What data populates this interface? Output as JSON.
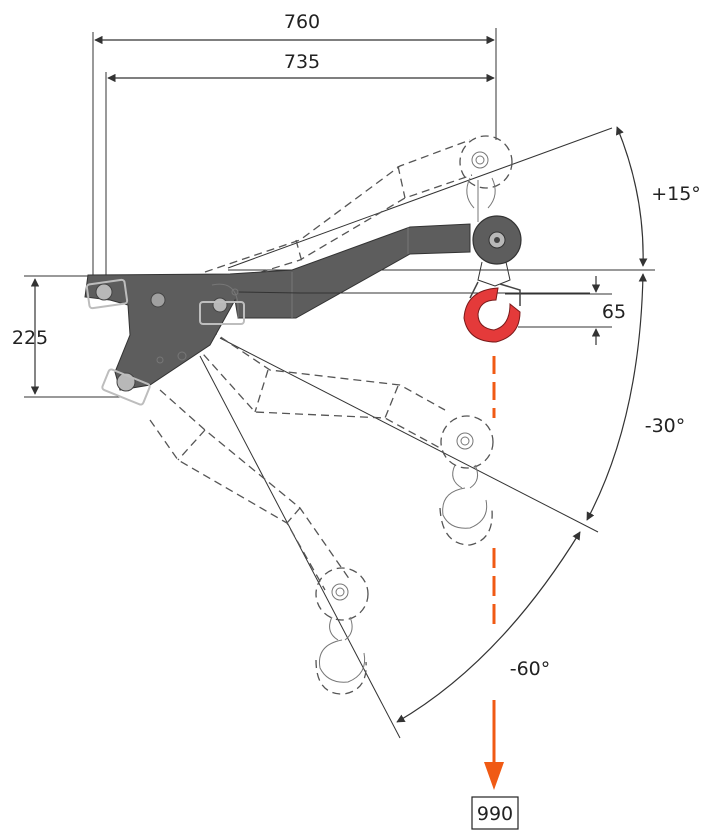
{
  "dimensions": {
    "width_outer": "760",
    "width_inner": "735",
    "height_left": "225",
    "hook_offset": "65",
    "drop_height": "990"
  },
  "angles": {
    "up": "+15°",
    "down_mid": "-30°",
    "down_max": "-60°"
  },
  "colors": {
    "arm": "#5d5d5d",
    "hook": "#e43a3a",
    "drop_arrow": "#f05a14",
    "dimension": "#333333"
  }
}
